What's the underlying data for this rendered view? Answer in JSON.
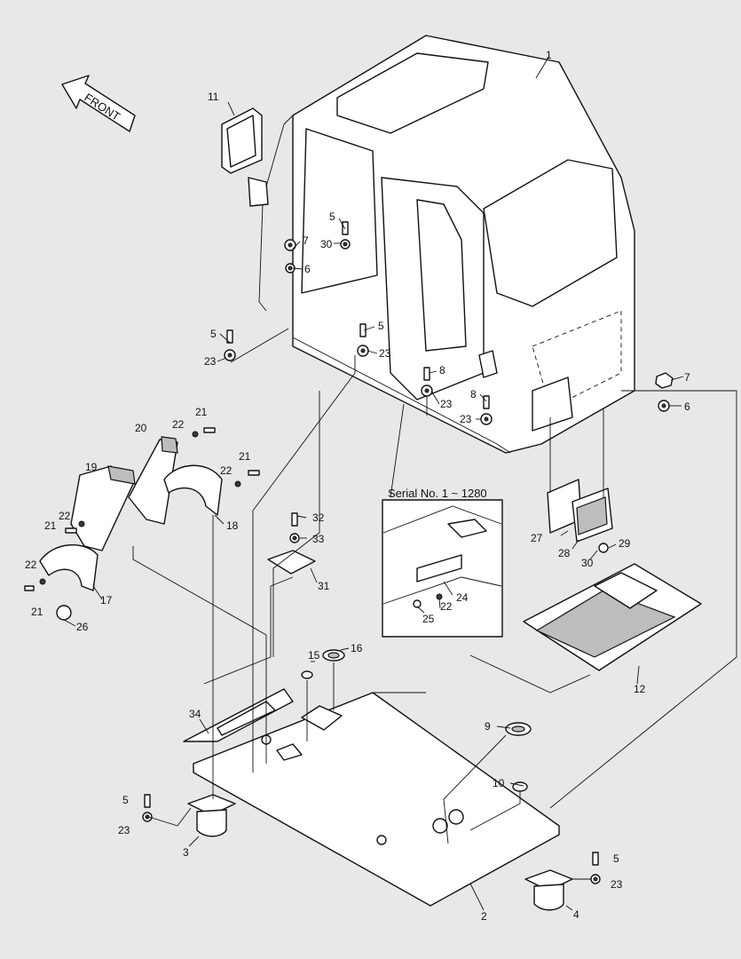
{
  "front_label": "FRONT",
  "serial_caption": "Serial No. 1 ~ 1280",
  "callouts": {
    "c1": "1",
    "c2": "2",
    "c3": "3",
    "c4": "4",
    "c5a": "5",
    "c5b": "5",
    "c5c": "5",
    "c5d": "5",
    "c5e": "5",
    "c6a": "6",
    "c6b": "6",
    "c7a": "7",
    "c7b": "7",
    "c8a": "8",
    "c8b": "8",
    "c9": "9",
    "c10": "10",
    "c11": "11",
    "c12": "12",
    "c15": "15",
    "c16": "16",
    "c17": "17",
    "c18": "18",
    "c19": "19",
    "c20": "20",
    "c21a": "21",
    "c21b": "21",
    "c21c": "21",
    "c21d": "21",
    "c22a": "22",
    "c22b": "22",
    "c22c": "22",
    "c22d": "22",
    "c22e": "22",
    "c23a": "23",
    "c23b": "23",
    "c23c": "23",
    "c23d": "23",
    "c23e": "23",
    "c23f": "23",
    "c24": "24",
    "c25": "25",
    "c26": "26",
    "c27": "27",
    "c28": "28",
    "c29": "29",
    "c30a": "30",
    "c30b": "30",
    "c31": "31",
    "c32": "32",
    "c33": "33",
    "c34": "34"
  }
}
